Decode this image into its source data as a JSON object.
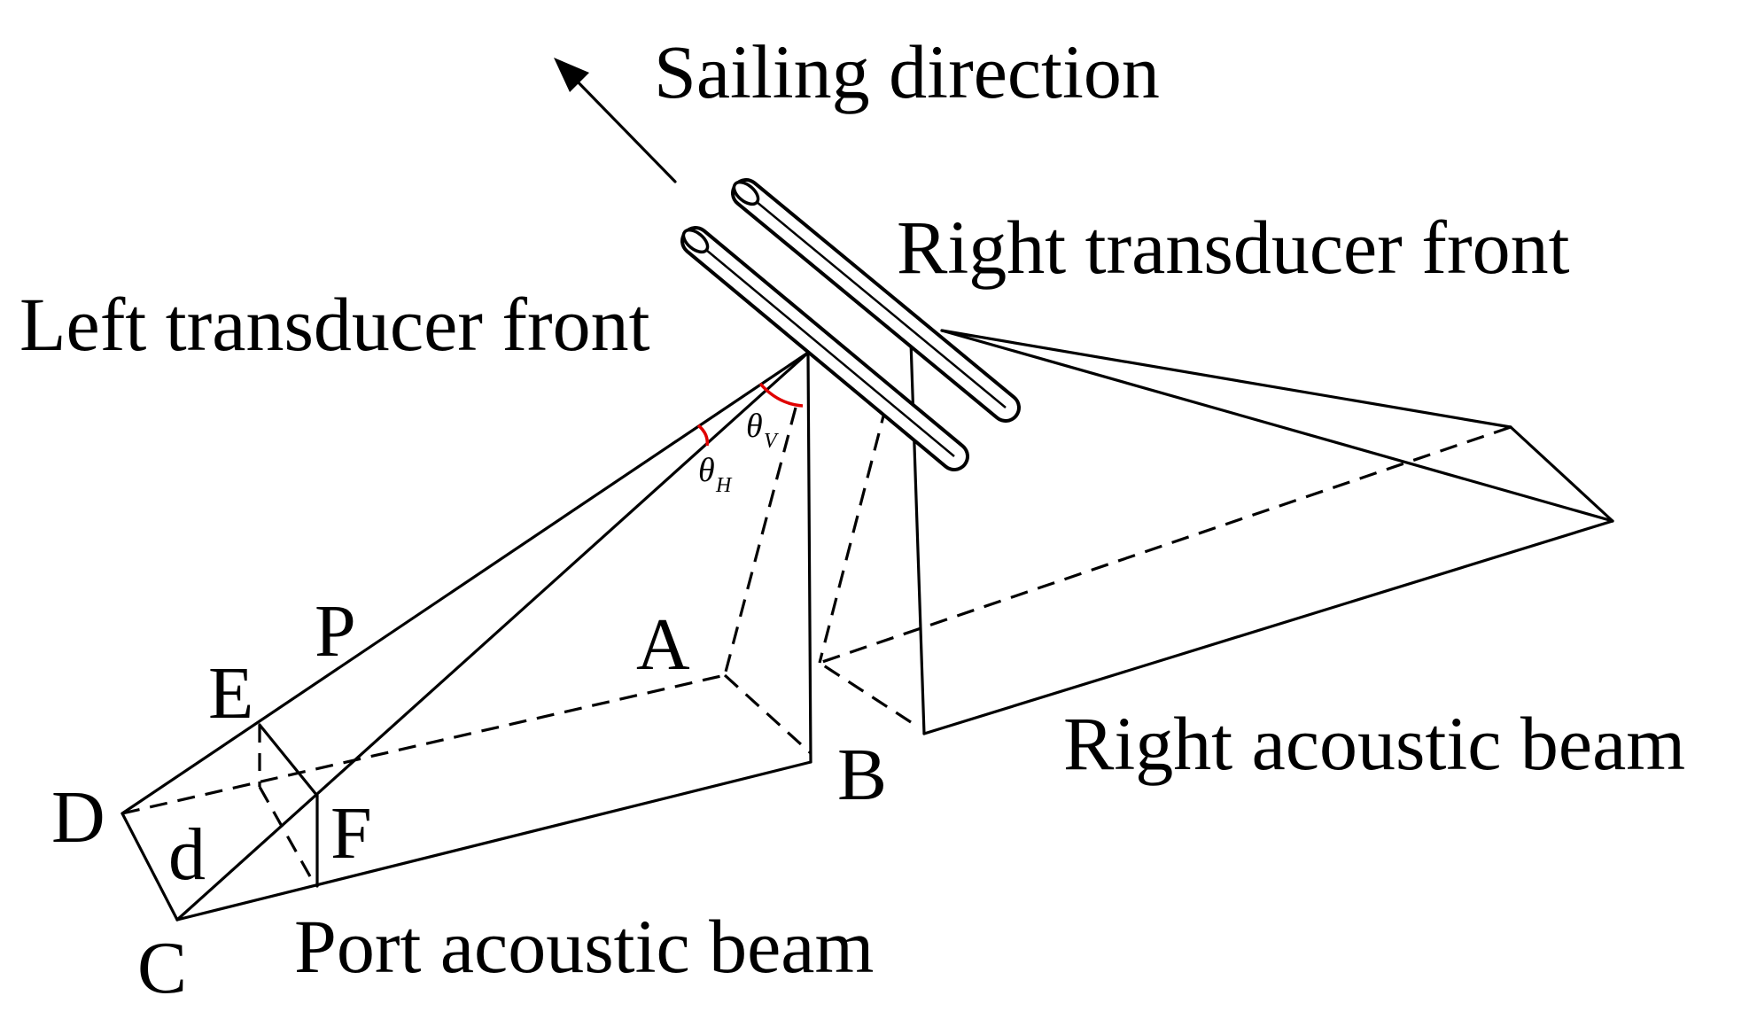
{
  "labels": {
    "sailing_direction": "Sailing direction",
    "right_transducer": "Right transducer front",
    "left_transducer": "Left transducer front",
    "right_beam": "Right acoustic beam",
    "port_beam": "Port acoustic beam"
  },
  "points": {
    "A": "A",
    "B": "B",
    "C": "C",
    "D": "D",
    "E": "E",
    "F": "F",
    "P": "P",
    "d": "d"
  },
  "angles": {
    "theta_v": "θ",
    "theta_v_sub": "V",
    "theta_h": "θ",
    "theta_h_sub": "H"
  },
  "colors": {
    "lines": "#000000",
    "angle_arcs": "#e00000"
  }
}
